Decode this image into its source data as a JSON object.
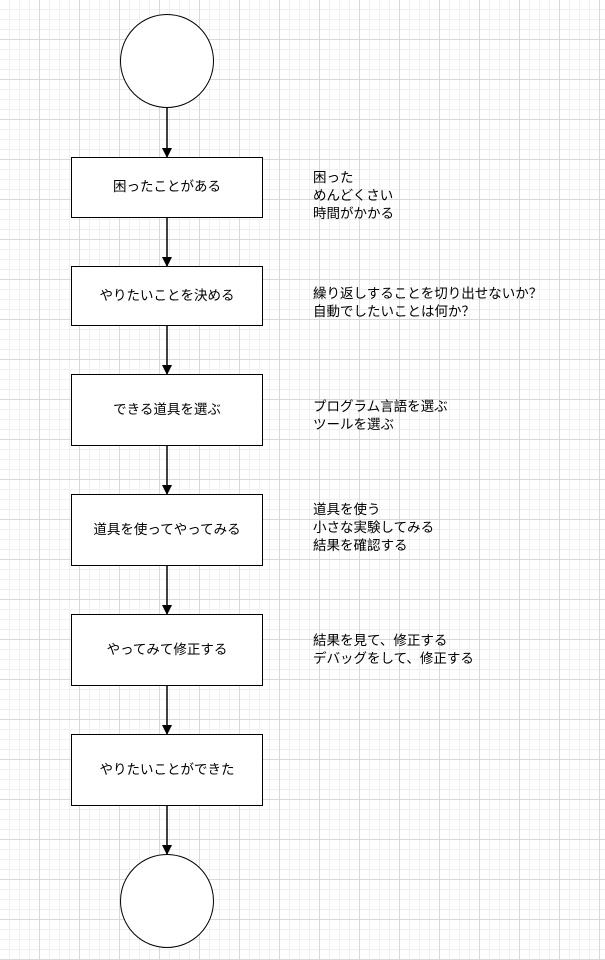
{
  "diagram": {
    "start_label": "",
    "end_label": "",
    "steps": [
      {
        "label": "困ったことがある",
        "notes": [
          "困った",
          "めんどくさい",
          "時間がかかる"
        ]
      },
      {
        "label": "やりたいことを決める",
        "notes": [
          "繰り返しすることを切り出せないか？",
          "自動でしたいことは何か？"
        ]
      },
      {
        "label": "できる道具を選ぶ",
        "notes": [
          "プログラム言語を選ぶ",
          "ツールを選ぶ"
        ]
      },
      {
        "label": "道具を使ってやってみる",
        "notes": [
          "道具を使う",
          "小さな実験してみる",
          "結果を確認する"
        ]
      },
      {
        "label": "やってみて修正する",
        "notes": [
          "結果を見て、修正する",
          "デバッグをして、修正する"
        ]
      },
      {
        "label": "やりたいことができた",
        "notes": []
      }
    ]
  }
}
